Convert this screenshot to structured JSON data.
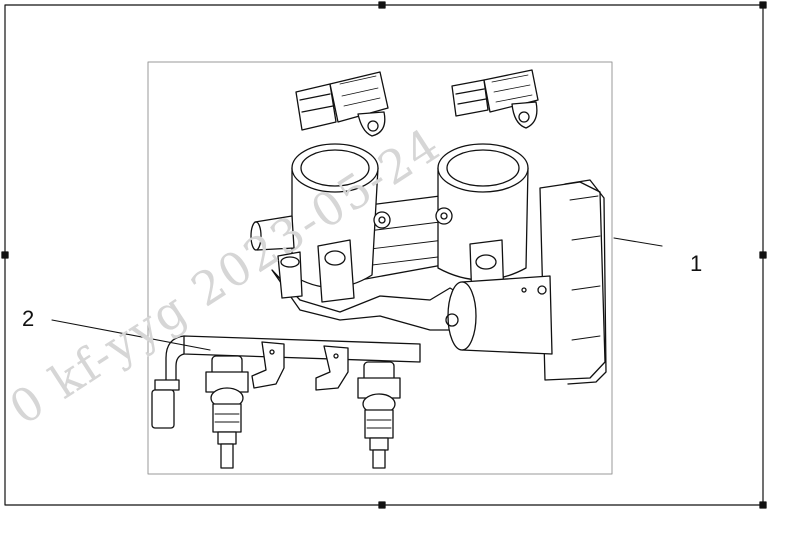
{
  "diagram": {
    "callouts": [
      {
        "id": "1",
        "label": "1"
      },
      {
        "id": "2",
        "label": "2"
      }
    ],
    "watermark": "0  kf-yyg  2023-05-24",
    "colors": {
      "line": "#111111",
      "frame": "#999999",
      "watermark": "#d6d6d6"
    }
  }
}
